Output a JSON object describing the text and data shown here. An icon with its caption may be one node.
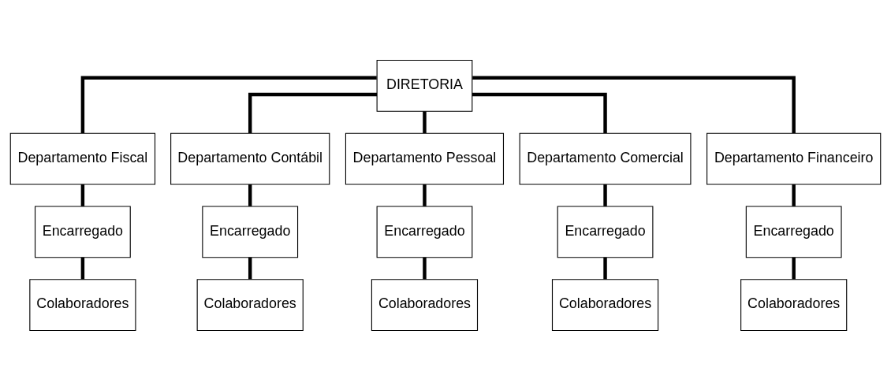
{
  "diagram": {
    "nodes": [
      {
        "text": [
          "DIRETORIA"
        ]
      },
      {
        "text": [
          "Departamento Fiscal"
        ]
      },
      {
        "text": [
          "Departamento Contábil"
        ]
      },
      {
        "text": [
          "Departamento Pessoal"
        ]
      },
      {
        "text": [
          "Departamento Comercial"
        ]
      },
      {
        "text": [
          "Departamento Financeiro"
        ]
      },
      {
        "text": [
          "Encarregado"
        ]
      },
      {
        "text": [
          "Encarregado"
        ]
      },
      {
        "text": [
          "Encarregado"
        ]
      },
      {
        "text": [
          "Encarregado"
        ]
      },
      {
        "text": [
          "Encarregado"
        ]
      },
      {
        "text": [
          "Colaboradores"
        ]
      },
      {
        "text": [
          "Colaboradores"
        ]
      },
      {
        "text": [
          "Colaboradores"
        ]
      },
      {
        "text": [
          "Colaboradores"
        ]
      },
      {
        "text": [
          "Colaboradores"
        ]
      }
    ],
    "edges": [
      {
        "from": 0,
        "to": 1,
        "arrow": "none"
      },
      {
        "from": 0,
        "to": 2,
        "arrow": "none"
      },
      {
        "from": 0,
        "to": 3,
        "arrow": "none"
      },
      {
        "from": 0,
        "to": 4,
        "arrow": "none"
      },
      {
        "from": 0,
        "to": 5,
        "arrow": "none"
      },
      {
        "from": 1,
        "to": 6,
        "arrow": "none"
      },
      {
        "from": 2,
        "to": 7,
        "arrow": "none"
      },
      {
        "from": 3,
        "to": 8,
        "arrow": "none"
      },
      {
        "from": 4,
        "to": 9,
        "arrow": "none"
      },
      {
        "from": 5,
        "to": 10,
        "arrow": "none"
      },
      {
        "from": 6,
        "to": 11,
        "arrow": "none"
      },
      {
        "from": 7,
        "to": 12,
        "arrow": "none"
      },
      {
        "from": 8,
        "to": 13,
        "arrow": "none"
      },
      {
        "from": 9,
        "to": 14,
        "arrow": "none"
      },
      {
        "from": 10,
        "to": 15,
        "arrow": "none"
      }
    ]
  }
}
